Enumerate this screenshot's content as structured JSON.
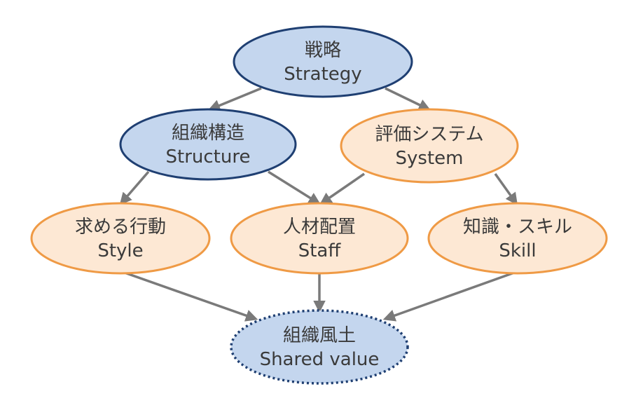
{
  "diagram": {
    "colors": {
      "blue_fill": "#c4d6ee",
      "blue_border": "#1f3f72",
      "orange_fill": "#fde8d4",
      "orange_border": "#ef9a45",
      "arrow": "#7a7a7a",
      "text": "#3a3a3a"
    },
    "nodes": {
      "strategy": {
        "jp": "戦略",
        "en": "Strategy"
      },
      "structure": {
        "jp": "組織構造",
        "en": "Structure"
      },
      "system": {
        "jp": "評価システム",
        "en": "System"
      },
      "style": {
        "jp": "求める行動",
        "en": "Style"
      },
      "staff": {
        "jp": "人材配置",
        "en": "Staff"
      },
      "skill": {
        "jp": "知識・スキル",
        "en": "Skill"
      },
      "shared": {
        "jp": "組織風土",
        "en": "Shared value"
      }
    },
    "edges": [
      {
        "from": "strategy",
        "to": "structure"
      },
      {
        "from": "strategy",
        "to": "system"
      },
      {
        "from": "structure",
        "to": "style"
      },
      {
        "from": "structure",
        "to": "staff"
      },
      {
        "from": "system",
        "to": "staff"
      },
      {
        "from": "system",
        "to": "skill"
      },
      {
        "from": "style",
        "to": "shared"
      },
      {
        "from": "staff",
        "to": "shared"
      },
      {
        "from": "skill",
        "to": "shared"
      }
    ]
  }
}
